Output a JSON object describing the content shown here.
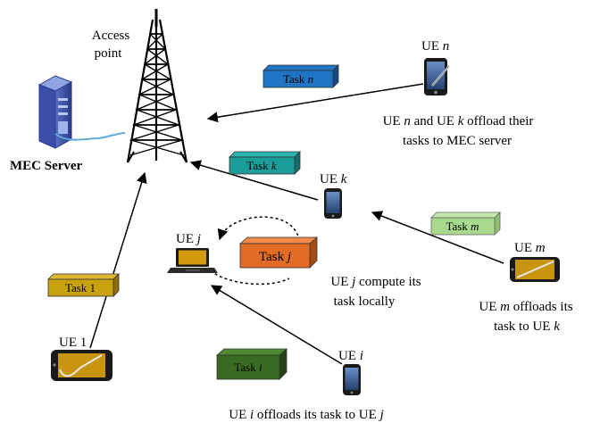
{
  "access_point": {
    "line1": "Access",
    "line2": "point"
  },
  "mec_server": {
    "label": "MEC Server"
  },
  "ue": {
    "n": {
      "prefix": "UE ",
      "var": "n"
    },
    "k": {
      "prefix": "UE ",
      "var": "k"
    },
    "j": {
      "prefix": "UE ",
      "var": "j"
    },
    "m": {
      "prefix": "UE ",
      "var": "m"
    },
    "i": {
      "prefix": "UE ",
      "var": "i"
    },
    "one": {
      "label": "UE 1"
    }
  },
  "tasks": {
    "n": {
      "prefix": "Task ",
      "var": "n",
      "color": "#1f75c4"
    },
    "k": {
      "prefix": "Task ",
      "var": "k",
      "color": "#1b9e9a"
    },
    "m": {
      "prefix": "Task ",
      "var": "m",
      "color": "#a9d98c"
    },
    "j": {
      "prefix": "Task ",
      "var": "j",
      "color": "#e36c24"
    },
    "one": {
      "label": "Task 1",
      "color": "#c9a210"
    },
    "i": {
      "prefix": "Task ",
      "var": "i",
      "color": "#3a6b22"
    }
  },
  "captions": {
    "nk": {
      "l1_a": "UE ",
      "l1_b": "n",
      "l1_c": " and UE ",
      "l1_d": "k",
      "l1_e": " offload their",
      "l2": "tasks to MEC server"
    },
    "j": {
      "l1_a": "UE ",
      "l1_b": "j",
      "l1_c": " compute its",
      "l2": "task locally"
    },
    "m": {
      "l1_a": "UE ",
      "l1_b": "m",
      "l1_c": " offloads its",
      "l2_a": "task to UE  ",
      "l2_b": "k"
    },
    "i": {
      "a": "UE ",
      "b": "i",
      "c": " offloads its task to UE  ",
      "d": "j"
    }
  }
}
